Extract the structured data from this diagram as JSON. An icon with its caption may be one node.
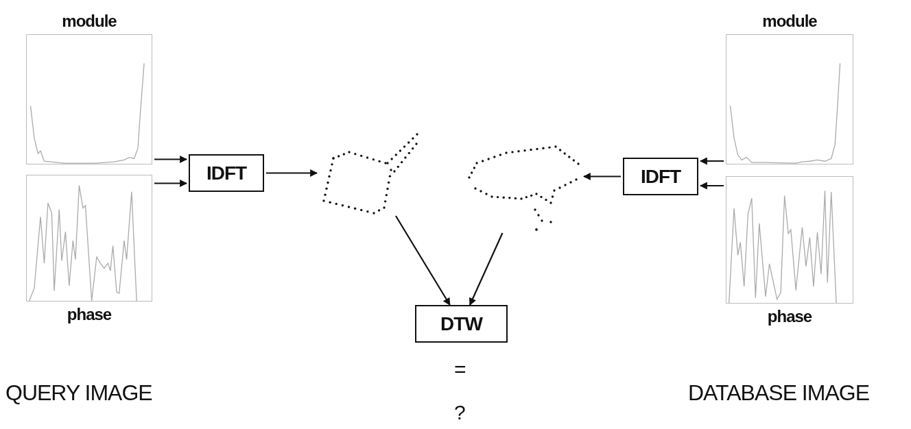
{
  "diagram": {
    "nodes": [
      {
        "text": [
          "module"
        ]
      },
      {
        "text": [
          "phase"
        ]
      },
      {
        "text": [
          "IDFT"
        ]
      },
      {
        "text": [],
        "shape": "picture"
      },
      {
        "text": [],
        "shape": "picture"
      },
      {
        "text": [
          "IDFT"
        ]
      },
      {
        "text": [
          "module"
        ]
      },
      {
        "text": [
          "phase"
        ]
      },
      {
        "text": [
          "DTW"
        ]
      }
    ],
    "edges": [
      {
        "from": 0,
        "to": 2,
        "arrow": "to"
      },
      {
        "from": 1,
        "to": 2,
        "arrow": "to"
      },
      {
        "from": 2,
        "to": 3,
        "arrow": "to"
      },
      {
        "from": 6,
        "to": 5,
        "arrow": "to"
      },
      {
        "from": 7,
        "to": 5,
        "arrow": "to"
      },
      {
        "from": 5,
        "to": 4,
        "arrow": "to"
      },
      {
        "from": 3,
        "to": 8,
        "arrow": "to"
      },
      {
        "from": 4,
        "to": 8,
        "arrow": "to"
      }
    ],
    "labels": [
      "=",
      "?",
      "QUERY IMAGE",
      "DATABASE IMAGE"
    ]
  }
}
